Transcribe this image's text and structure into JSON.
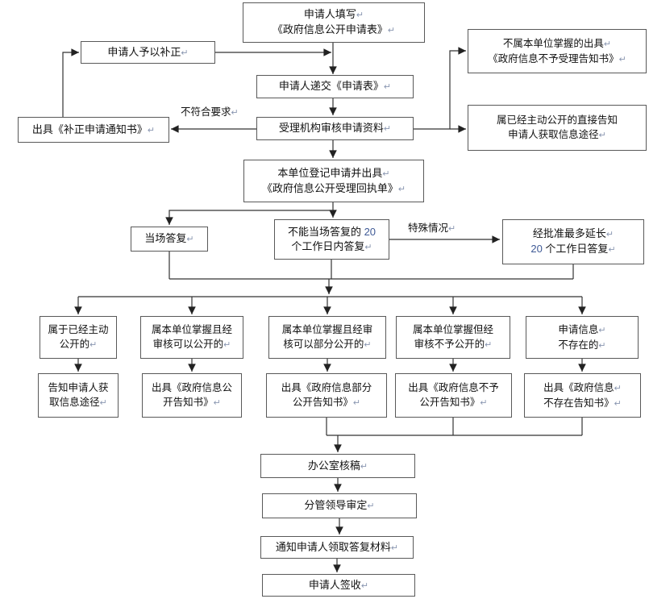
{
  "palette": {
    "background": "#ffffff",
    "box_border": "#595959",
    "text": "#111111",
    "line": "#333333",
    "number_accent": "#3f5a96",
    "return_mark": "#8a97b1"
  },
  "icons": {
    "return_mark_glyph": "↵",
    "arrowhead": "filled-triangle"
  },
  "nodes": {
    "fill_form": {
      "lines": [
        "申请人填写↵",
        "《政府信息公开申请表》↵"
      ]
    },
    "supplement": {
      "lines": [
        "申请人予以补正↵"
      ]
    },
    "not_accepted": {
      "lines": [
        "不属本单位掌握的出具↵",
        "《政府信息不予受理告知书》↵"
      ]
    },
    "submit": {
      "lines": [
        "申请人递交《申请表》↵"
      ]
    },
    "review": {
      "lines": [
        "受理机构审核申请资料↵"
      ]
    },
    "correction_notice": {
      "lines": [
        "出具《补正申请通知书》↵"
      ]
    },
    "already_public": {
      "lines": [
        "属已经主动公开的直接告知",
        "申请人获取信息途径↵"
      ]
    },
    "register": {
      "lines": [
        "本单位登记申请并出具↵",
        "《政府信息公开受理回执单》↵"
      ]
    },
    "onspot": {
      "lines": [
        "当场答复↵"
      ]
    },
    "within20": {
      "lines": [
        "不能当场答复的 20",
        "个工作日内答复↵"
      ]
    },
    "extend": {
      "lines": [
        "经批准最多延长↵",
        "20 个工作日答复↵"
      ]
    },
    "case_public": {
      "lines": [
        "属于已经主动",
        "公开的↵"
      ]
    },
    "case_can_open": {
      "lines": [
        "属本单位掌握且经",
        "审核可以公开的↵"
      ]
    },
    "case_part_open": {
      "lines": [
        "属本单位掌握且经审",
        "核可以部分公开的↵"
      ]
    },
    "case_no_open": {
      "lines": [
        "属本单位掌握但经",
        "审核不予公开的↵"
      ]
    },
    "case_not_exist": {
      "lines": [
        "申请信息↵",
        "不存在的↵"
      ]
    },
    "out_tell_way": {
      "lines": [
        "告知申请人获",
        "取信息途径↵"
      ]
    },
    "out_open": {
      "lines": [
        "出具《政府信息公",
        "开告知书》↵"
      ]
    },
    "out_part_open": {
      "lines": [
        "出具《政府信息部分",
        "公开告知书》↵"
      ]
    },
    "out_no_open": {
      "lines": [
        "出具《政府信息不予",
        "公开告知书》↵"
      ]
    },
    "out_not_exist": {
      "lines": [
        "出具《政府信息↵",
        "不存在告知书》↵"
      ]
    },
    "check_draft": {
      "lines": [
        "办公室核稿↵"
      ]
    },
    "leader_approve": {
      "lines": [
        "分管领导审定↵"
      ]
    },
    "notify": {
      "lines": [
        "通知申请人领取答复材料↵"
      ]
    },
    "sign": {
      "lines": [
        "申请人签收↵"
      ]
    }
  },
  "edge_labels": {
    "not_meet": "不符合要求↵",
    "special": "特殊情况↵"
  }
}
